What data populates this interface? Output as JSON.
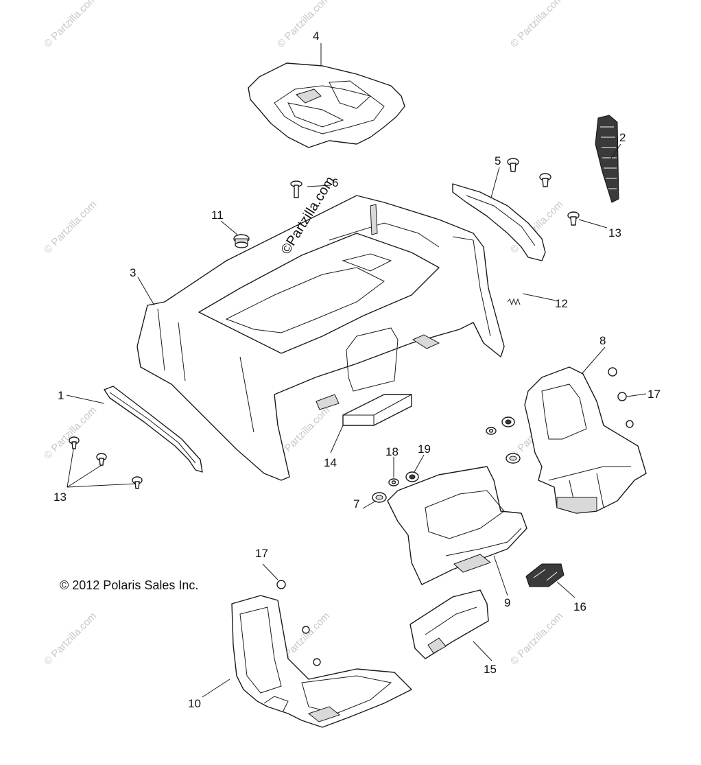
{
  "copyright": "© 2012 Polaris Sales Inc.",
  "site_mark": "©Partzilla.com",
  "watermark_text": "© Partzilla.com",
  "callouts": {
    "c1": "1",
    "c2": "2",
    "c3": "3",
    "c4": "4",
    "c5": "5",
    "c6": "6",
    "c7": "7",
    "c8": "8",
    "c9": "9",
    "c10": "10",
    "c11": "11",
    "c12": "12",
    "c13a": "13",
    "c13b": "13",
    "c14": "14",
    "c15": "15",
    "c16": "16",
    "c17a": "17",
    "c17b": "17",
    "c18": "18",
    "c19": "19"
  },
  "colors": {
    "line": "#1a1a1a",
    "watermark": "#c8c8c8",
    "background": "#ffffff"
  }
}
